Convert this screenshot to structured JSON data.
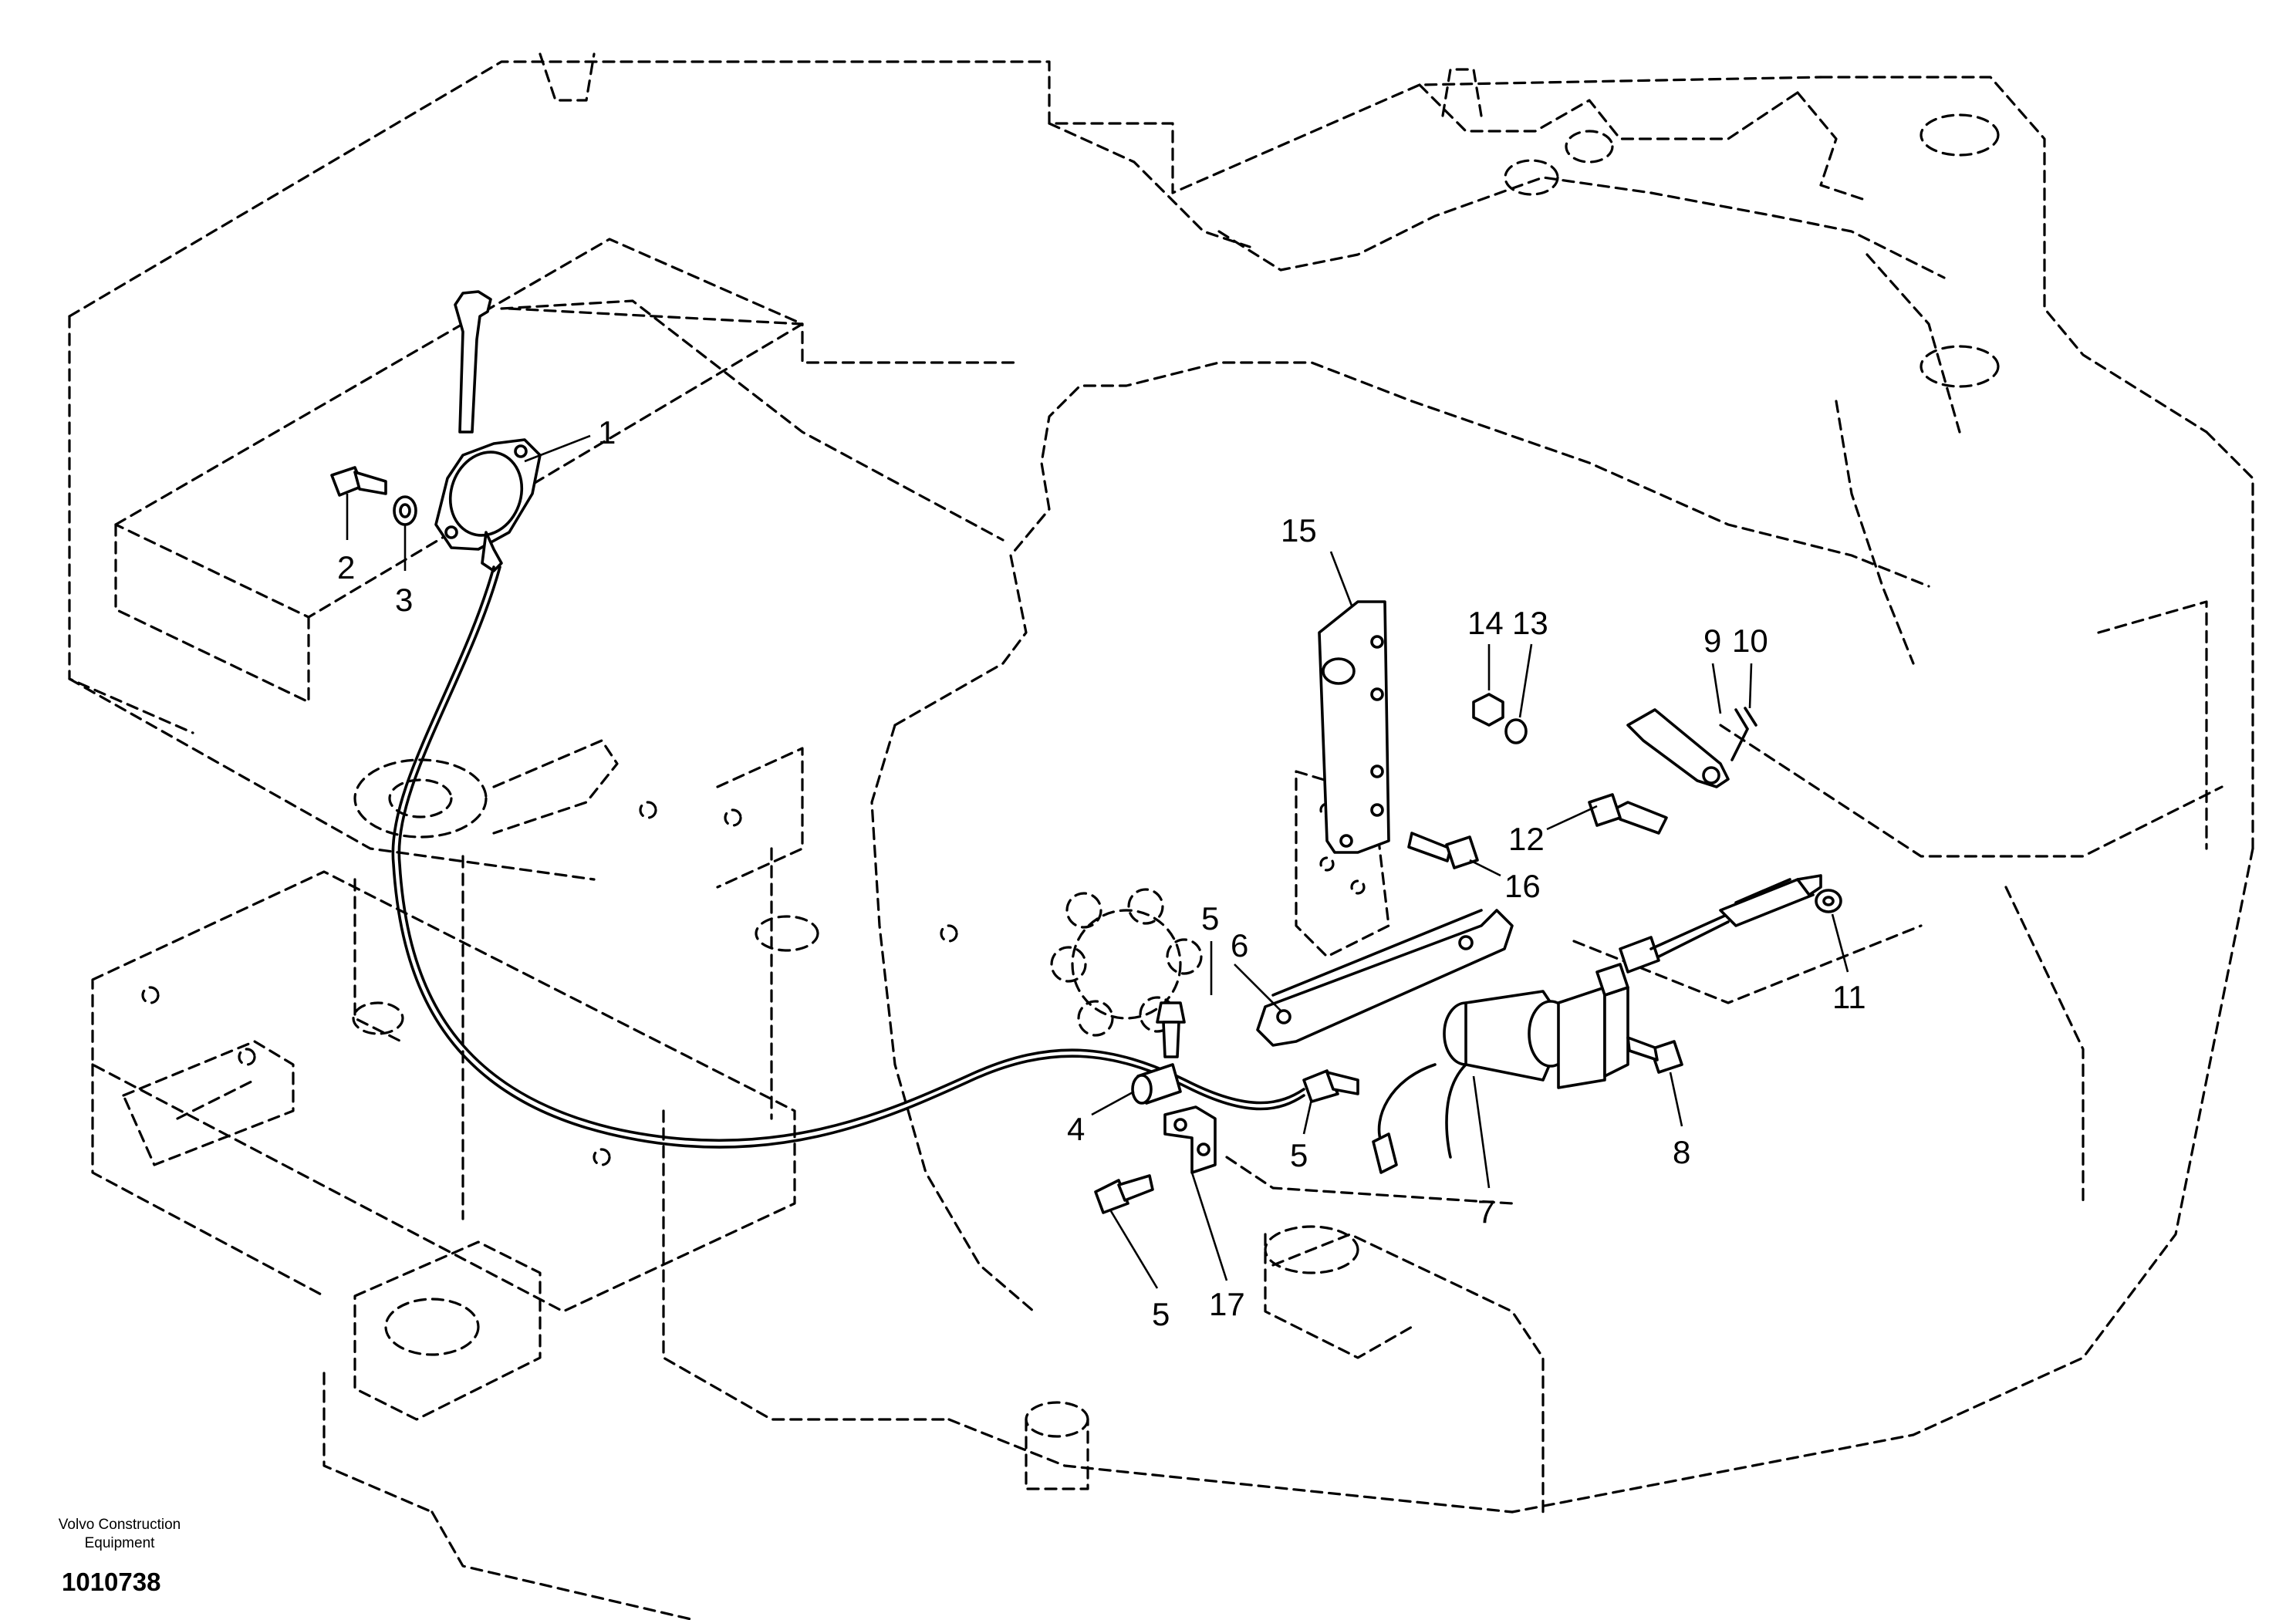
{
  "figure": {
    "brand_line1": "Volvo Construction",
    "brand_line2": "Equipment",
    "document_number": "1010738"
  },
  "callouts": {
    "c1": "1",
    "c2": "2",
    "c3": "3",
    "c4": "4",
    "c5a": "5",
    "c5b": "5",
    "c5c": "5",
    "c6": "6",
    "c7": "7",
    "c8": "8",
    "c9": "9",
    "c10": "10",
    "c11": "11",
    "c12": "12",
    "c13": "13",
    "c14": "14",
    "c15": "15",
    "c16": "16",
    "c17": "17"
  }
}
